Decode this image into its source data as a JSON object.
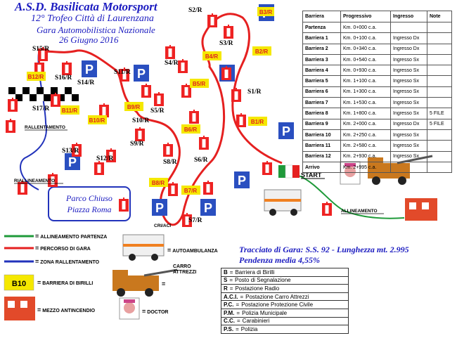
{
  "header": {
    "line1": "A.S.D. Basilicata Motorsport",
    "line2": "12° Trofeo Città di Laurenzana",
    "line3": "Gara Automobilistica Nazionale",
    "line4": "26 Giugno 2016"
  },
  "posts": {
    "s1": "S1/R",
    "s2": "S2/R",
    "s3": "S3/R",
    "s4": "S4/R",
    "s5": "S5/R",
    "s6": "S6/R",
    "s7": "S7/R",
    "s8": "S8/R",
    "s9": "S9/R",
    "s10": "S10/R",
    "s11": "S11/R",
    "s12": "S12/R",
    "s13": "S13/R",
    "s14": "S14/R",
    "s15": "S15/R",
    "s16": "S16/R",
    "s17": "S17/R"
  },
  "barriers": {
    "b1": "B1/R",
    "b2": "B2/R",
    "b3": "B3/R",
    "b4": "B4/R",
    "b5": "B5/R",
    "b6": "B6/R",
    "b7": "B7/R",
    "b8": "B8/R",
    "b9": "B9/R",
    "b10": "B10/R",
    "b11": "B11/R",
    "b12": "B12/R"
  },
  "parking_letter": "P",
  "labels": {
    "rallentamento": "RALLENTAMENTO",
    "riallineamento": "RIALLINEAMENTO",
    "allineamento": "ALLINEAMENTO",
    "start": "START",
    "cri_aci": "CRI/ACI",
    "parco1": "Parco Chiuso",
    "parco2": "Piazza Roma"
  },
  "barrier_table": {
    "headers": [
      "Barriera",
      "Progressivo",
      "Ingresso",
      "Note"
    ],
    "rows": [
      [
        "Partenza",
        "Km. 0+000 c.a.",
        "",
        ""
      ],
      [
        "Barriera 1",
        "Km. 0+100 c.a.",
        "Ingresso Dx",
        ""
      ],
      [
        "Barriera 2",
        "Km. 0+340 c.a.",
        "Ingresso Dx",
        ""
      ],
      [
        "Barriera 3",
        "Km. 0+540 c.a.",
        "Ingresso Sx",
        ""
      ],
      [
        "Barriera 4",
        "Km. 0+930 c.a.",
        "Ingresso Sx",
        ""
      ],
      [
        "Barriera 5",
        "Km. 1+100 c.a.",
        "Ingresso Sx",
        ""
      ],
      [
        "Barriera 6",
        "Km. 1+300 c.a.",
        "Ingresso Sx",
        ""
      ],
      [
        "Barriera 7",
        "Km. 1+530 c.a.",
        "Ingresso Sx",
        ""
      ],
      [
        "Barriera 8",
        "Km. 1+800 c.a.",
        "Ingresso Sx",
        "5 FILE"
      ],
      [
        "Barriera 9",
        "Km. 2+000 c.a.",
        "Ingresso Dx",
        "5 FILE"
      ],
      [
        "Barriera 10",
        "Km. 2+250 c.a.",
        "Ingresso Sx",
        ""
      ],
      [
        "Barriera 11",
        "Km. 2+580 c.a.",
        "Ingresso Sx",
        ""
      ],
      [
        "Barriera 12",
        "Km. 2+930 c.a.",
        "Ingresso Sx",
        ""
      ],
      [
        "Arrivo",
        "Km. 2+995 c.a.",
        "",
        ""
      ]
    ]
  },
  "legend": {
    "eq": "=",
    "allineamento": "ALLINEAMENTO PARTENZA",
    "percorso": "PERCORSO DI GARA",
    "zona": "ZONA RALLENTAMENTO",
    "b10": "B10",
    "barriera": "BARRIERA DI BIRILLI",
    "mezzo": "MEZZO ANTINCENDIO",
    "autoambulanza": "AUTOAMBULANZA",
    "carro1": "CARRO",
    "carro2": "ATTREZZI",
    "doctor": "DOCTOR"
  },
  "info": {
    "line1": "Tracciato di Gara: S.S. 92 - Lunghezza mt. 2.995",
    "line2": "Pendenza media 4,55%"
  },
  "abbreviations": [
    {
      "k": "B",
      "v": "Barriera di Birilli"
    },
    {
      "k": "S",
      "v": "Posto di Segnalazione"
    },
    {
      "k": "R",
      "v": "Postazione Radio"
    },
    {
      "k": "A.C.I.",
      "v": "Postazione Carro Attrezzi"
    },
    {
      "k": "P.C.",
      "v": "Postazione Protezione Civile"
    },
    {
      "k": "P.M.",
      "v": "Polizia Municipale"
    },
    {
      "k": "C.C.",
      "v": "Carabinieri"
    },
    {
      "k": "P.S.",
      "v": "Polizia"
    }
  ],
  "colors": {
    "route": "#e52020",
    "slow": "#2233bb",
    "align": "#1f9a3a",
    "title": "#1b1bc0",
    "parking": "#2a4fc0",
    "barrier_fill": "#f5e800",
    "barrier_text": "#e02020"
  }
}
